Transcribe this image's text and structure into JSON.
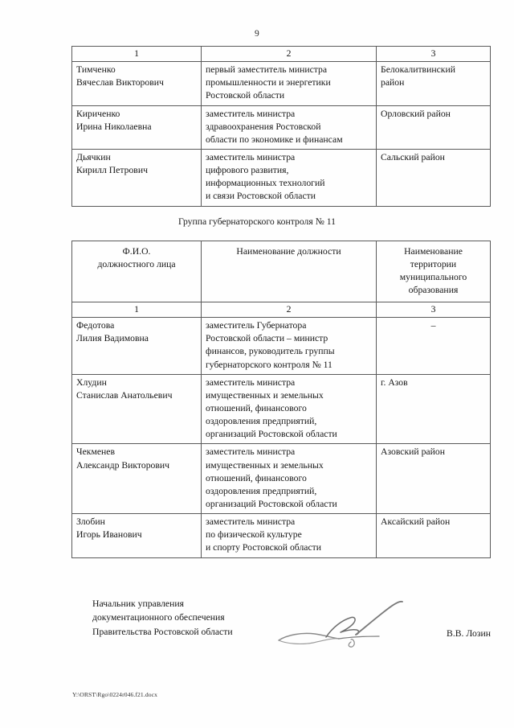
{
  "page": {
    "number": "9",
    "footer_path": "Y:\\ORST\\Rgo\\0224r046.f21.docx"
  },
  "table_one": {
    "column_numbers": [
      "1",
      "2",
      "3"
    ],
    "rows": [
      {
        "name": "Тимченко\nВячеслав Викторович",
        "position": "первый заместитель министра\nпромышленности и энергетики\nРостовской области",
        "territory": "Белокалитвинский\nрайон"
      },
      {
        "name": "Кириченко\nИрина Николаевна",
        "position": "заместитель министра\nздравоохранения Ростовской\nобласти по экономике и финансам",
        "territory": "Орловский район"
      },
      {
        "name": "Дьячкин\nКирилл Петрович",
        "position": "заместитель министра\nцифрового развития,\nинформационных технологий\nи связи Ростовской области",
        "territory": "Сальский район"
      }
    ]
  },
  "group_heading": "Группа губернаторского контроля № 11",
  "table_two": {
    "headers": [
      "Ф.И.О.\nдолжностного лица",
      "Наименование должности",
      "Наименование\nтерритории\nмуниципального\nобразования"
    ],
    "column_numbers": [
      "1",
      "2",
      "3"
    ],
    "rows": [
      {
        "name": "Федотова\nЛилия Вадимовна",
        "position": "заместитель Губернатора\nРостовской области – министр\nфинансов, руководитель группы\nгубернаторского контроля № 11",
        "territory": "–"
      },
      {
        "name": "Хлудин\nСтанислав Анатольевич",
        "position": "заместитель министра\nимущественных и земельных\nотношений, финансового\nоздоровления предприятий,\nорганизаций Ростовской области",
        "territory": "г. Азов"
      },
      {
        "name": "Чекменев\nАлександр Викторович",
        "position": "заместитель министра\nимущественных и земельных\nотношений, финансового\nоздоровления предприятий,\nорганизаций Ростовской области",
        "territory": "Азовский район"
      },
      {
        "name": "Злобин\nИгорь Иванович",
        "position": "заместитель министра\nпо физической культуре\nи спорту Ростовской области",
        "territory": "Аксайский район"
      }
    ]
  },
  "signature": {
    "title": "Начальник управления\nдокументационного обеспечения\nПравительства Ростовской области",
    "name": "В.В. Лозин",
    "mark": "handwritten-signature"
  }
}
